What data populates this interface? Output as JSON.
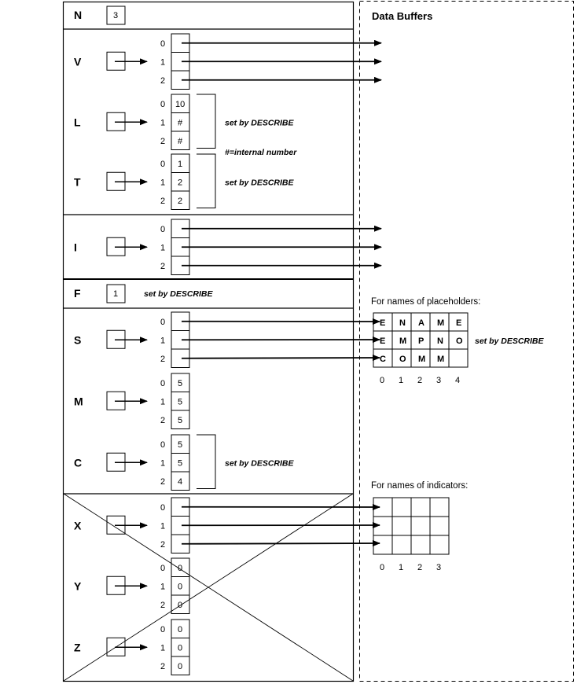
{
  "data_buffers": {
    "title": "Data Buffers",
    "placeholders_caption": "For names  of placeholders:",
    "indicators_caption": "For names  of indicators:",
    "placeholder_names": [
      [
        "E",
        "N",
        "A",
        "M",
        "E"
      ],
      [
        "E",
        "M",
        "P",
        "N",
        "O"
      ],
      [
        "C",
        "O",
        "M",
        "M",
        ""
      ]
    ],
    "placeholder_columns": [
      "0",
      "1",
      "2",
      "3",
      "4"
    ],
    "placeholder_note": "set by DESCRIBE",
    "indicator_names": [
      [
        "",
        "",
        "",
        ""
      ],
      [
        "",
        "",
        "",
        ""
      ],
      [
        "",
        "",
        "",
        ""
      ]
    ],
    "indicator_columns": [
      "0",
      "1",
      "2",
      "3"
    ]
  },
  "descriptor": {
    "N": {
      "label": "N",
      "value": "3"
    },
    "F": {
      "label": "F",
      "value": "1",
      "note": "set by DESCRIBE"
    },
    "arrays": [
      {
        "label": "V",
        "indexes": [
          "0",
          "1",
          "2"
        ],
        "values": [
          "",
          "",
          ""
        ],
        "points_to_buffer": true
      },
      {
        "label": "L",
        "indexes": [
          "0",
          "1",
          "2"
        ],
        "values": [
          "10",
          "#",
          "#"
        ],
        "note": "set by DESCRIBE"
      },
      {
        "label": "T",
        "indexes": [
          "0",
          "1",
          "2"
        ],
        "values": [
          "1",
          "2",
          "2"
        ],
        "note": "set by DESCRIBE"
      },
      {
        "label": "I",
        "indexes": [
          "0",
          "1",
          "2"
        ],
        "values": [
          "",
          "",
          ""
        ],
        "points_to_buffer": true
      },
      {
        "label": "S",
        "indexes": [
          "0",
          "1",
          "2"
        ],
        "values": [
          "",
          "",
          ""
        ],
        "points_to_buffer": true
      },
      {
        "label": "M",
        "indexes": [
          "0",
          "1",
          "2"
        ],
        "values": [
          "5",
          "5",
          "5"
        ]
      },
      {
        "label": "C",
        "indexes": [
          "0",
          "1",
          "2"
        ],
        "values": [
          "5",
          "5",
          "4"
        ],
        "note": "set by DESCRIBE"
      },
      {
        "label": "X",
        "indexes": [
          "0",
          "1",
          "2"
        ],
        "values": [
          "",
          "",
          ""
        ],
        "points_to_buffer": true
      },
      {
        "label": "Y",
        "indexes": [
          "0",
          "1",
          "2"
        ],
        "values": [
          "0",
          "0",
          "0"
        ]
      },
      {
        "label": "Z",
        "indexes": [
          "0",
          "1",
          "2"
        ],
        "values": [
          "0",
          "0",
          "0"
        ]
      }
    ],
    "internal_number_note": "#=internal number"
  }
}
